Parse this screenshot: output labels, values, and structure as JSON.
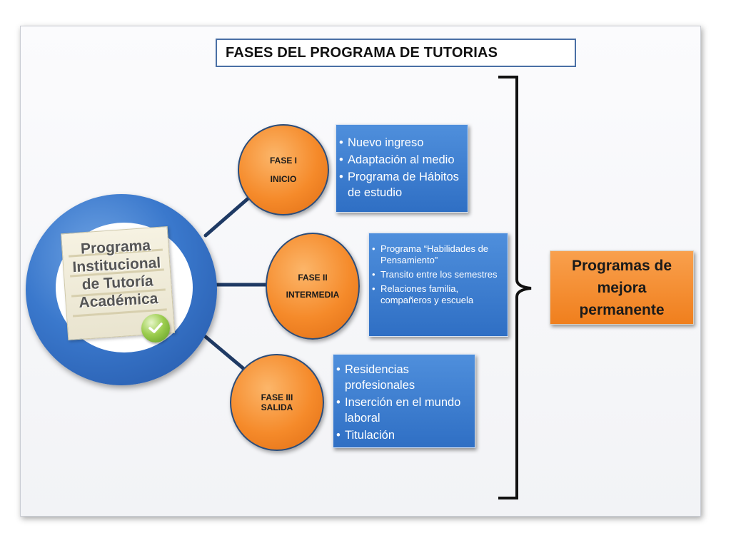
{
  "title": "FASES DEL PROGRAMA DE TUTORIAS",
  "hub": {
    "logo_lines": [
      "Programa",
      "Institucional",
      "de Tutoría",
      "Académica"
    ],
    "check_icon": "check-icon",
    "ring_color": "#3a78cc"
  },
  "phases": [
    {
      "line1": "FASE I",
      "line2": "INICIO",
      "items": [
        "Nuevo ingreso",
        "Adaptación al medio",
        "Programa de Hábitos de estudio"
      ]
    },
    {
      "line1": "FASE II",
      "line2": "INTERMEDIA",
      "items": [
        "Programa  “Habilidades de Pensamiento”",
        "Transito entre los semestres",
        "Relaciones familia, compañeros y escuela"
      ]
    },
    {
      "line1": "FASE III",
      "line2": "SALIDA",
      "items": [
        "Residencias profesionales",
        "Inserción en el mundo laboral",
        "Titulación"
      ]
    }
  ],
  "result": {
    "text": "Programas de mejora permanente"
  },
  "colors": {
    "phase_fill": "#f58a2a",
    "card_fill": "#3a7bd0",
    "result_fill": "#f28a2e",
    "connector": "#1f3a64"
  }
}
